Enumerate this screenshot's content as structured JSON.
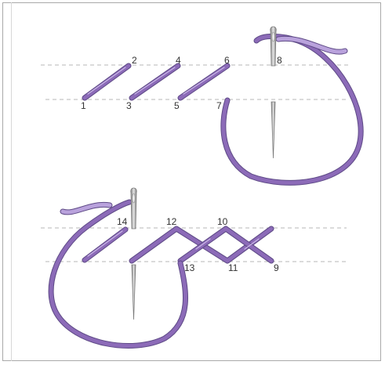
{
  "colors": {
    "thread": "#8c6bb8",
    "thread_edge": "#5e4a86",
    "thread_highlight": "#c9b6e6",
    "guide_line": "#b7b7b7",
    "needle": "#9a9a9a",
    "label": "#333333"
  },
  "top_diagram": {
    "labels": [
      "1",
      "2",
      "3",
      "4",
      "5",
      "6",
      "7",
      "8"
    ]
  },
  "bottom_diagram": {
    "labels": [
      "9",
      "10",
      "11",
      "12",
      "13",
      "14"
    ]
  }
}
